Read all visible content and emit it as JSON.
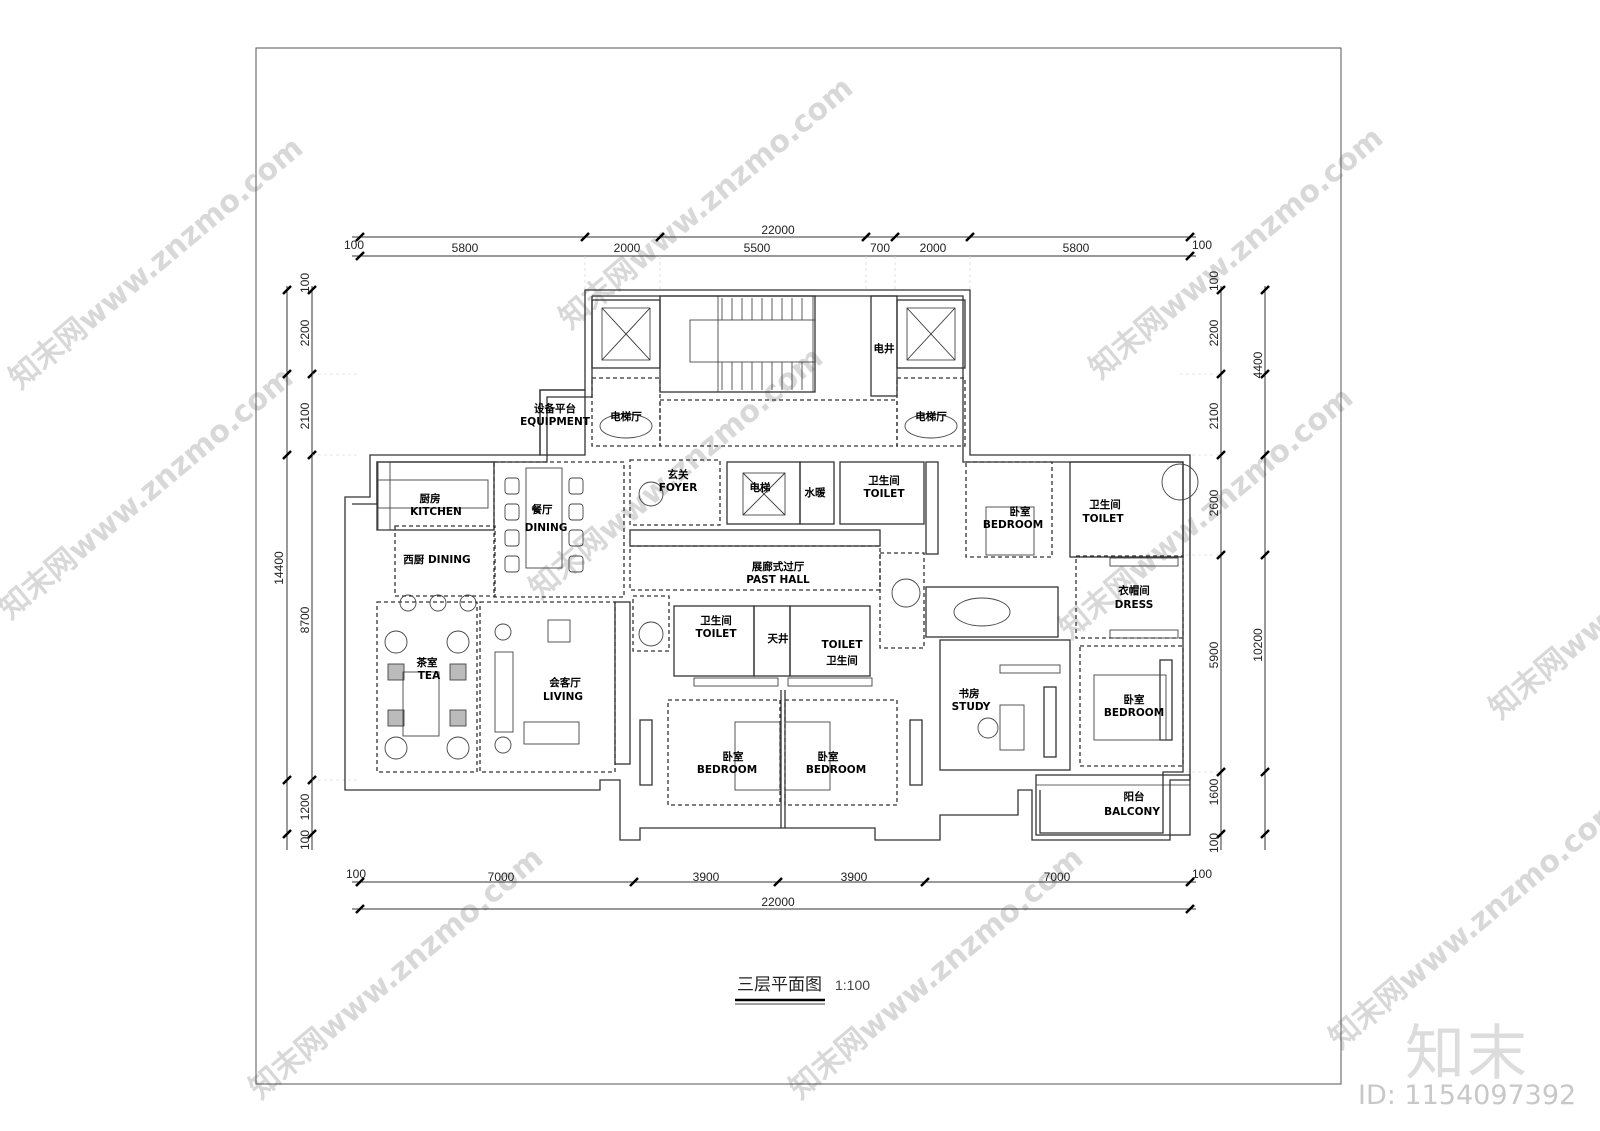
{
  "title": "三层平面图",
  "scale": "1:100",
  "dims_top": [
    "100",
    "5800",
    "2000",
    "5500",
    "700",
    "2000",
    "5800",
    "100"
  ],
  "dims_top_total": "22000",
  "dims_bottom": [
    "100",
    "7000",
    "3900",
    "3900",
    "7000",
    "100"
  ],
  "dims_bottom_total": "22000",
  "dims_left": [
    "100",
    "2200",
    "2100",
    "8700",
    "1200",
    "100"
  ],
  "dims_left_total": "14400",
  "dims_right": [
    "100",
    "2200",
    "2100",
    "2600",
    "5900",
    "1600",
    "100"
  ],
  "dims_right_totals": [
    "4400",
    "10200"
  ],
  "rooms": {
    "equipment": [
      "设备平台",
      "EQUIPMENT"
    ],
    "elevator_hall_left": [
      "电梯厅"
    ],
    "elevator_hall_right": [
      "电梯厅"
    ],
    "electric_shaft": [
      "电井"
    ],
    "foyer": [
      "玄关",
      "FOYER"
    ],
    "elevator": [
      "电梯"
    ],
    "water_heating": [
      "水暖"
    ],
    "toilet_center": [
      "卫生间",
      "TOILET"
    ],
    "kitchen": [
      "厨房",
      "KITCHEN"
    ],
    "dining": [
      "餐厅",
      "DINING"
    ],
    "western_kitchen": [
      "西厨 DINING"
    ],
    "past_hall": [
      "展廊式过厅",
      "PAST HALL"
    ],
    "toilet_mid_left": [
      "卫生间",
      "TOILET"
    ],
    "courtyard": [
      "天井"
    ],
    "toilet_mid_right": [
      "TOILET",
      "卫生间"
    ],
    "tea": [
      "茶室",
      "TEA"
    ],
    "living": [
      "会客厅",
      "LIVING"
    ],
    "bedroom_left": [
      "卧室",
      "BEDROOM"
    ],
    "bedroom_mid": [
      "卧室",
      "BEDROOM"
    ],
    "bedroom_ne": [
      "卧室",
      "BEDROOM"
    ],
    "toilet_ne": [
      "卫生间",
      "TOILET"
    ],
    "dress": [
      "衣帽间",
      "DRESS"
    ],
    "study": [
      "书房",
      "STUDY"
    ],
    "bedroom_e": [
      "卧室",
      "BEDROOM"
    ],
    "balcony": [
      "阳台",
      "BALCONY"
    ]
  },
  "watermark": "知末网www.znzmo.com",
  "brand": "知末",
  "doc_id": "ID: 1154097392"
}
